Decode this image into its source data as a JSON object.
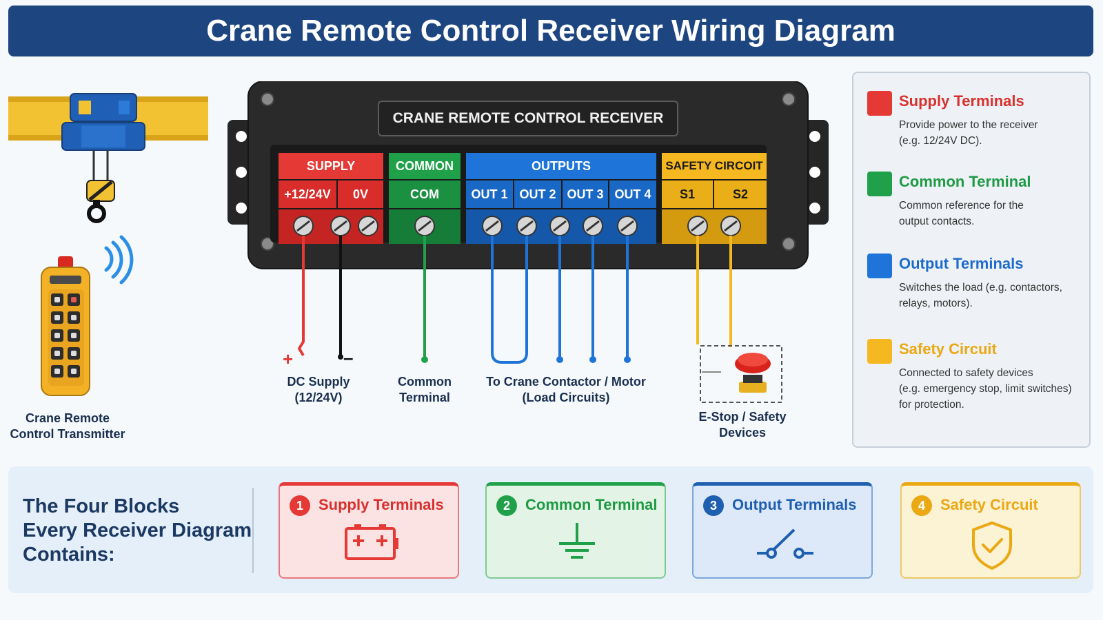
{
  "header": {
    "title": "Crane Remote Control Receiver Wiring Diagram"
  },
  "receiver": {
    "label": "CRANE REMOTE CONTROL RECEIVER",
    "blocks": [
      {
        "id": "supply",
        "header": "SUPPLY",
        "color": "#e53935",
        "terminals": [
          "+12/24V",
          "0V"
        ]
      },
      {
        "id": "common",
        "header": "COMMON",
        "color": "#21a04a",
        "terminals": [
          "COM"
        ]
      },
      {
        "id": "outputs",
        "header": "OUTPUTS",
        "color": "#1e74d8",
        "terminals": [
          "OUT 1",
          "OUT 2",
          "OUT 3",
          "OUT 4"
        ]
      },
      {
        "id": "safety",
        "header": "SAFETY CIRCOIT",
        "color": "#f5b820",
        "terminals": [
          "S1",
          "S2"
        ]
      }
    ]
  },
  "transmitter": {
    "caption": [
      "Crane Remote",
      "Control Transmitter"
    ]
  },
  "wire_labels": {
    "dc_supply": [
      "DC Supply",
      "(12/24V)"
    ],
    "common": [
      "Common",
      "Terminal"
    ],
    "load": [
      "To Crane Contactor / Motor",
      "(Load Circuits)"
    ],
    "estop": [
      "E-Stop / Safety",
      "Devices"
    ],
    "plus": "+",
    "minus": "–"
  },
  "legend": [
    {
      "title": "Supply Terminals",
      "color": "#e53935",
      "title_color": "#d8312e",
      "desc": [
        "Provide power to the receiver",
        "(e.g. 12/24V DC)."
      ]
    },
    {
      "title": "Common Terminal",
      "color": "#21a04a",
      "title_color": "#1e9a44",
      "desc": [
        "Common reference for the",
        "output contacts."
      ]
    },
    {
      "title": "Output Terminals",
      "color": "#1e74d8",
      "title_color": "#1e6bcc",
      "desc": [
        "Switches the load (e.g. contactors,",
        "relays, motors)."
      ]
    },
    {
      "title": "Safety Circuit",
      "color": "#f5b820",
      "title_color": "#eba812",
      "desc": [
        "Connected to safety devices",
        "(e.g. emergency stop, limit switches)",
        "for protection."
      ]
    }
  ],
  "bottom": {
    "title": [
      "The Four Blocks",
      "Every Receiver Diagram",
      "Contains:"
    ],
    "cards": [
      {
        "num": "1",
        "title": "Supply Terminals",
        "icon": "battery-icon",
        "color": "#e53935",
        "bg": "#fbe3e3"
      },
      {
        "num": "2",
        "title": "Common Terminal",
        "icon": "ground-icon",
        "color": "#21a04a",
        "bg": "#e3f4e6"
      },
      {
        "num": "3",
        "title": "Output Terminals",
        "icon": "switch-icon",
        "color": "#1e5fb0",
        "bg": "#dde9f8"
      },
      {
        "num": "4",
        "title": "Safety Circuit",
        "icon": "shield-check-icon",
        "color": "#eaa813",
        "bg": "#fcf2d4"
      }
    ]
  }
}
